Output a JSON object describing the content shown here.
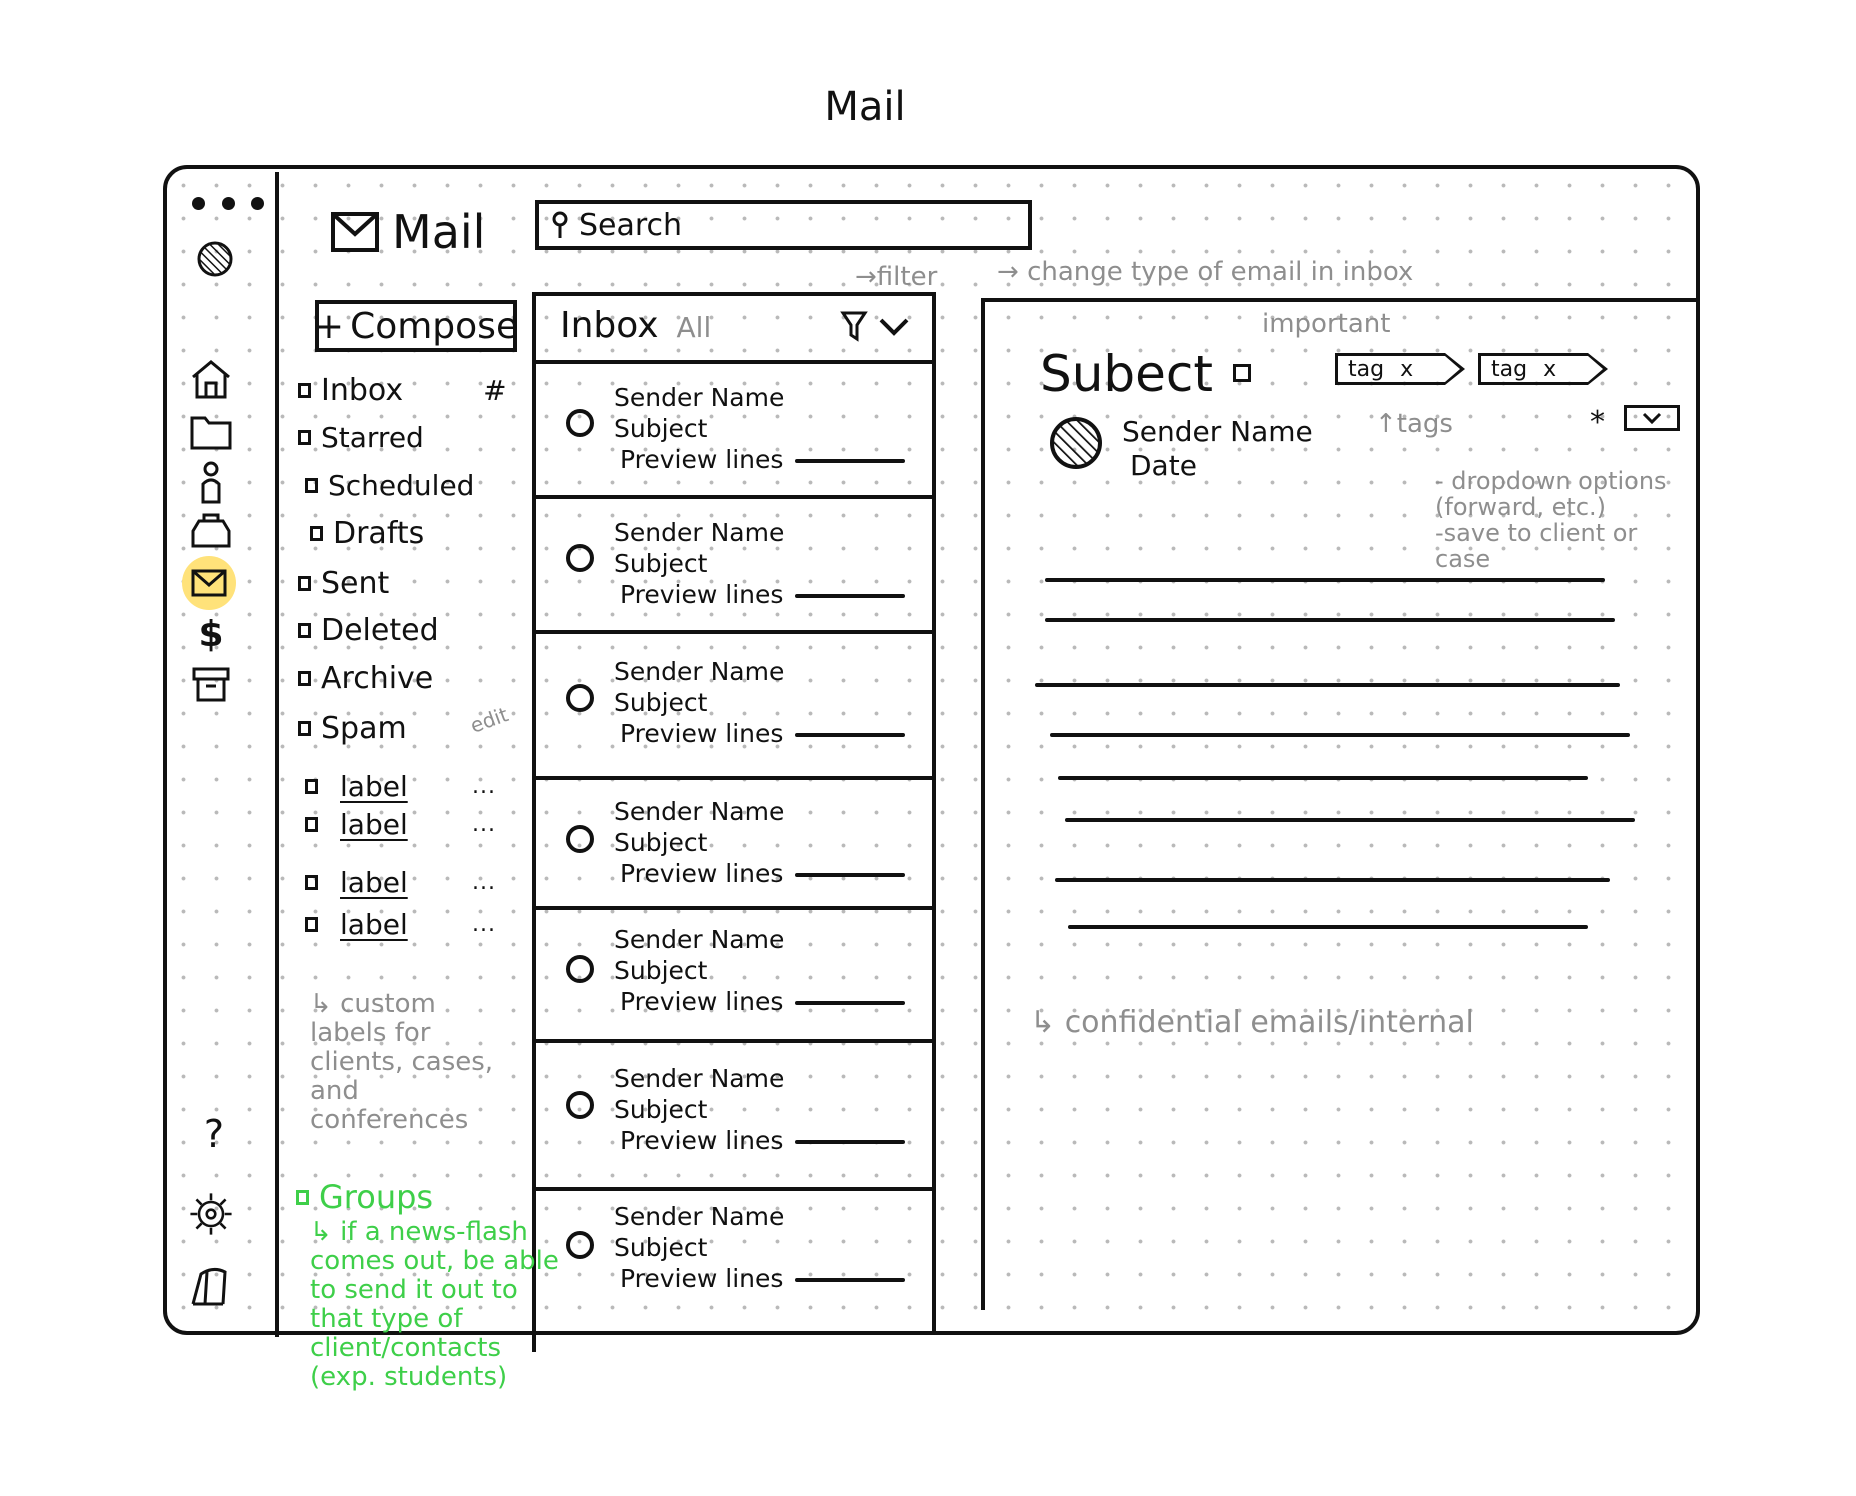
{
  "page_title": "Mail",
  "app": {
    "title": "Mail"
  },
  "search": {
    "placeholder": "Search"
  },
  "compose": {
    "label": "Compose"
  },
  "folders": [
    {
      "label": "Inbox",
      "badge": "#"
    },
    {
      "label": "Starred"
    },
    {
      "label": "Scheduled"
    },
    {
      "label": "Drafts"
    },
    {
      "label": "Sent"
    },
    {
      "label": "Deleted"
    },
    {
      "label": "Archive"
    },
    {
      "label": "Spam"
    }
  ],
  "labels": [
    {
      "label": "label",
      "menu": "..."
    },
    {
      "label": "label",
      "menu": "..."
    },
    {
      "label": "label",
      "menu": "..."
    },
    {
      "label": "label",
      "menu": "..."
    }
  ],
  "groups": {
    "label": "Groups"
  },
  "inbox": {
    "title": "Inbox",
    "filter_value": "All",
    "rows": [
      {
        "sender": "Sender Name",
        "subject": "Subject",
        "preview": "Preview lines"
      },
      {
        "sender": "Sender Name",
        "subject": "Subject",
        "preview": "Preview lines"
      },
      {
        "sender": "Sender Name",
        "subject": "Subject",
        "preview": "Preview lines"
      },
      {
        "sender": "Sender Name",
        "subject": "Subject",
        "preview": "Preview lines"
      },
      {
        "sender": "Sender Name",
        "subject": "Subject",
        "preview": "Preview lines"
      },
      {
        "sender": "Sender Name",
        "subject": "Subject",
        "preview": "Preview lines"
      },
      {
        "sender": "Sender Name",
        "subject": "Subject",
        "preview": "Preview lines"
      }
    ]
  },
  "message": {
    "subject": "Subect",
    "sender": "Sender Name",
    "date": "Date",
    "tags": [
      {
        "label": "tag",
        "remove": "x"
      },
      {
        "label": "tag",
        "remove": "x"
      }
    ],
    "star": "*"
  },
  "annotations": {
    "edit": "edit",
    "filter": "filter",
    "change_type": "change type of email in inbox",
    "important": "important",
    "tags": "tags",
    "dropdown": "- dropdown options (forward, etc.)",
    "save_to": "-save to client or case",
    "custom_labels": "custom labels for clients, cases, and conferences",
    "confidential": "confidential emails/internal",
    "groups_note": "if a news-flash comes out, be able to send it out to that type of client/contacts (exp. students)"
  },
  "rail_icons": [
    "more-icon",
    "avatar",
    "home-icon",
    "folder-icon",
    "person-icon",
    "briefcase-icon",
    "mail-icon",
    "dollar-icon",
    "archive-box-icon",
    "help-icon",
    "gear-icon",
    "book-icon"
  ],
  "colors": {
    "active_rail": "#ffe27a",
    "annotation": "#8e8e8e",
    "groups_note": "#3ecf49"
  }
}
